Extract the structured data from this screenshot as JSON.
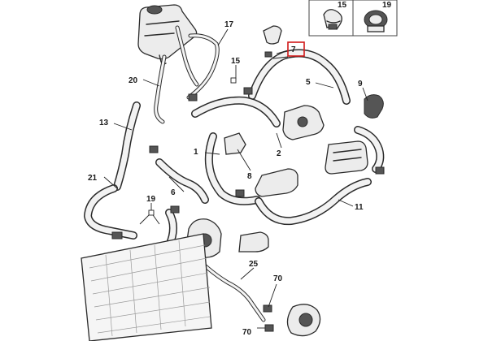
{
  "callouts": {
    "c1": "1",
    "c2": "2",
    "c5": "5",
    "c6": "6",
    "c7": "7",
    "c8": "8",
    "c9": "9",
    "c11": "11",
    "c13": "13",
    "c15": "15",
    "c17": "17",
    "c19": "19",
    "c20": "20",
    "c21": "21",
    "c25": "25",
    "c70a": "70",
    "c70b": "70"
  },
  "inset": {
    "left_label": "15",
    "right_label": "19"
  },
  "colors": {
    "line": "#2b2b2b",
    "highlight": "#d01818"
  }
}
